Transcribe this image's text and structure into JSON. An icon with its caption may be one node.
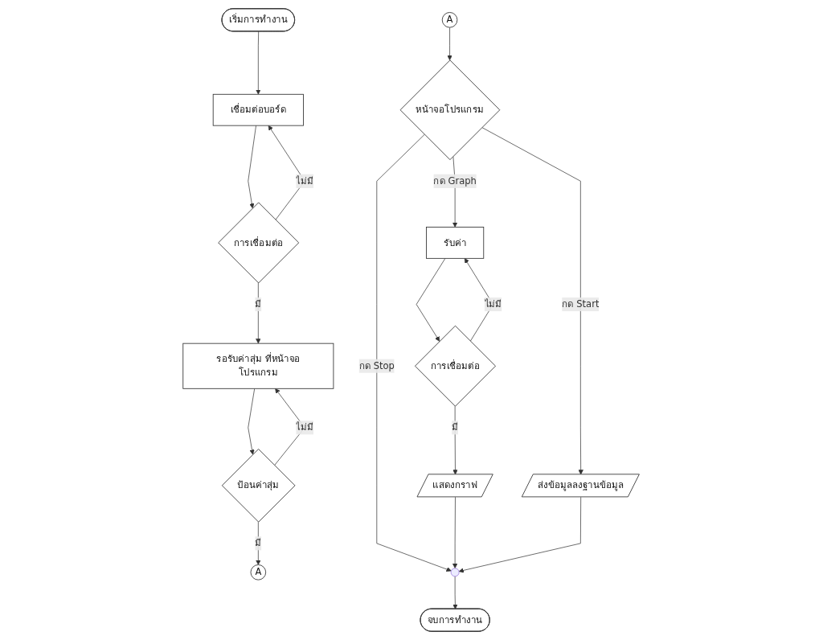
{
  "diagram": {
    "nodes": [
      {
        "text": [
          "เริ่มการทำงาน"
        ]
      },
      {
        "text": [
          "เชื่อมต่อบอร์ด"
        ]
      },
      {
        "text": [
          "การเชื่อมต่อ"
        ]
      },
      {
        "text": [
          "รอรับค่าสุ่ม ที่หน้าจอโปรแกรม"
        ]
      },
      {
        "text": [
          "ป้อนค่าสุ่ม"
        ]
      },
      {
        "text": [
          "A"
        ]
      },
      {
        "text": [
          "A"
        ]
      },
      {
        "text": [
          "หน้าจอโปรแกรม"
        ]
      },
      {
        "text": [
          "รับค่า"
        ]
      },
      {
        "text": [
          "การเชื่อมต่อ"
        ]
      },
      {
        "text": [
          "แสดงกราฟ"
        ]
      },
      {
        "text": [
          "ส่งข้อมูลลงฐานข้อมูล"
        ]
      },
      {
        "text": [],
        "shape": "circle"
      },
      {
        "text": [
          "จบการทำงาน"
        ]
      }
    ],
    "edges": [
      {
        "from": 0,
        "to": 1,
        "arrow": "to"
      },
      {
        "from": 1,
        "to": 2,
        "arrow": "to"
      },
      {
        "from": 2,
        "to": 1,
        "arrow": "to",
        "label": "ไม่มี"
      },
      {
        "from": 2,
        "to": 3,
        "arrow": "to",
        "label": "มี"
      },
      {
        "from": 3,
        "to": 4,
        "arrow": "to"
      },
      {
        "from": 4,
        "to": 3,
        "arrow": "to",
        "label": "ไม่มี"
      },
      {
        "from": 4,
        "to": 5,
        "arrow": "to",
        "label": "มี"
      },
      {
        "from": 6,
        "to": 7,
        "arrow": "to"
      },
      {
        "from": 7,
        "to": 8,
        "arrow": "to",
        "label": "กด Graph"
      },
      {
        "from": 7,
        "to": 11,
        "arrow": "to",
        "label": "กด Start"
      },
      {
        "from": 7,
        "to": 12,
        "arrow": "to",
        "label": "กด Stop"
      },
      {
        "from": 8,
        "to": 9,
        "arrow": "to"
      },
      {
        "from": 9,
        "to": 8,
        "arrow": "to",
        "label": "ไม่มี"
      },
      {
        "from": 9,
        "to": 10,
        "arrow": "to",
        "label": "มี"
      },
      {
        "from": 10,
        "to": 12,
        "arrow": "to"
      },
      {
        "from": 11,
        "to": 12,
        "arrow": "to"
      },
      {
        "from": 12,
        "to": 13,
        "arrow": "to"
      }
    ]
  }
}
